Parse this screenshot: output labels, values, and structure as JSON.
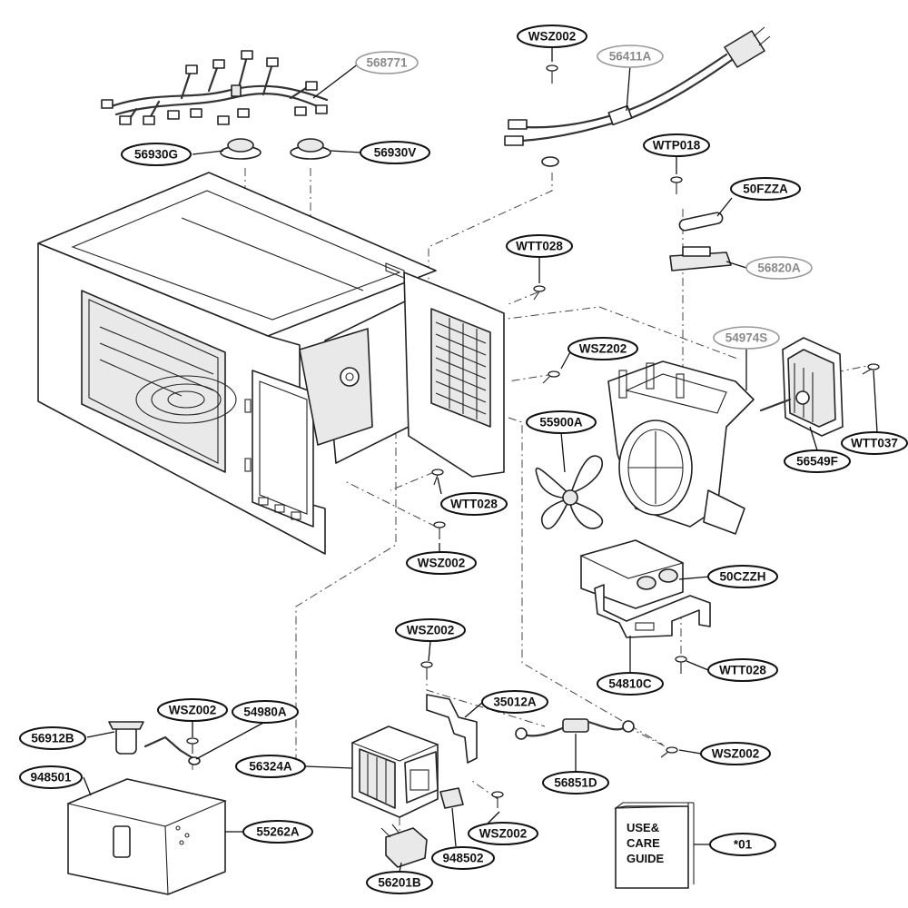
{
  "part_labels": [
    "WSZ002",
    "56411A",
    "568771",
    "56930G",
    "56930V",
    "WTP018",
    "50FZZA",
    "WTT028",
    "56820A",
    "54974S",
    "WSZ202",
    "55900A",
    "56549F",
    "WTT037",
    "WTT028",
    "WSZ002",
    "50CZZH",
    "54810C",
    "WTT028",
    "WSZ002",
    "35012A",
    "WSZ002",
    "54980A",
    "56912B",
    "948501",
    "56324A",
    "55262A",
    "56851D",
    "WSZ002",
    "WSZ002",
    "948502",
    "56201B",
    "*01"
  ],
  "guide_lines": [
    "USE&",
    "CARE",
    "GUIDE"
  ],
  "colors": {
    "ink": "#111111",
    "dim_label": "#8a8a8a",
    "background": "#ffffff"
  }
}
